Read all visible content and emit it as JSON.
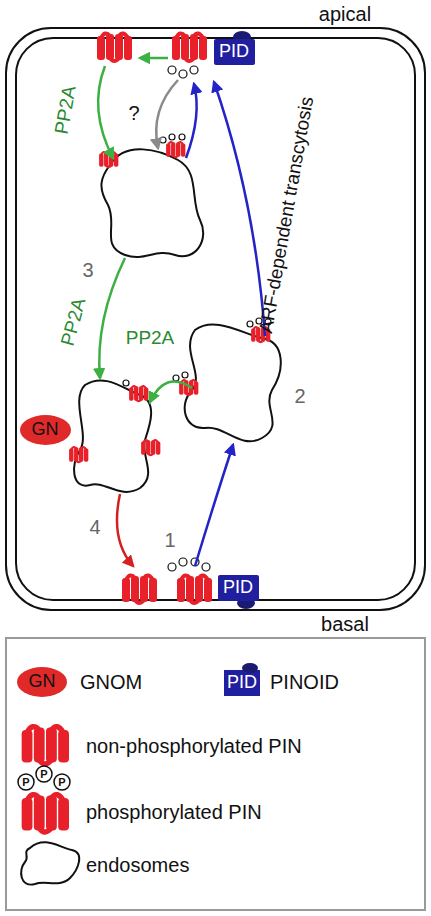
{
  "diagram": {
    "nodes": [
      {
        "text": [
          "PID"
        ]
      },
      {
        "text": [
          "GN"
        ]
      },
      {
        "text": [
          "PID"
        ]
      }
    ],
    "labels": [
      "apical",
      "PP2A",
      "?",
      "3",
      "PP2A",
      "PP2A",
      "2",
      "ARF-dependent transcytosis",
      "4",
      "1",
      "basal",
      "GN",
      "PID",
      "P",
      "P",
      "P"
    ],
    "legend": [
      {
        "text": "GNOM"
      },
      {
        "text": "PINOID"
      },
      {
        "text": "non-phosphorylated PIN"
      },
      {
        "text": "phosphorylated PIN"
      },
      {
        "text": "endosomes"
      }
    ]
  }
}
